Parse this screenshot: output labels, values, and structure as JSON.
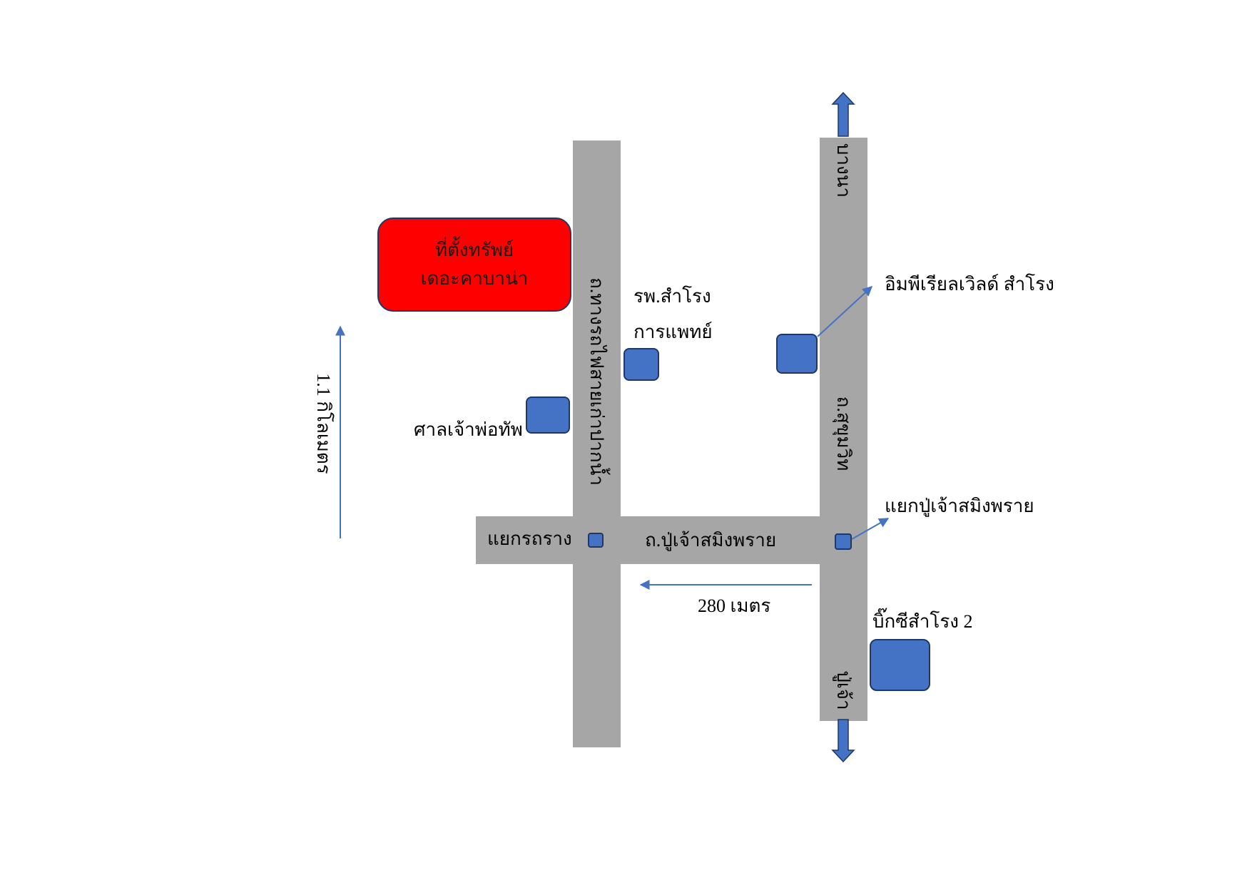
{
  "property": {
    "line1": "ที่ตั้งทรัพย์",
    "line2": "เดอะคาบาน่า"
  },
  "roads": {
    "tai_ban_road": "ถ.ทางรถไฟสายเก่าปากน้ำ",
    "sukhumvit_road": "ถ.สุขุมวิท",
    "pu_chao_road": "ถ.ปู่เจ้าสมิงพราย",
    "to_bangna": "บางนา",
    "to_pu_chao": "ปู่เจ้า"
  },
  "intersections": {
    "kron_rang": "แยกรถราง",
    "pu_chao": "แยกปู่เจ้าสมิงพราย"
  },
  "landmarks": {
    "samrong_hospital_line1": "รพ.สำโรง",
    "samrong_hospital_line2": "การแพทย์",
    "shrine": "ศาลเจ้าพ่อทัพ",
    "imperial_world": "อิมพีเรียลเวิลด์ สำโรง",
    "big_c": "บิ๊กซีสำโรง 2"
  },
  "distances": {
    "north": "1.1 กิโลเมตร",
    "west": "280 เมตร"
  },
  "colors": {
    "road": "#a6a6a6",
    "landmark": "#4472c4",
    "property": "#ff0000",
    "arrow": "#4472c4"
  }
}
